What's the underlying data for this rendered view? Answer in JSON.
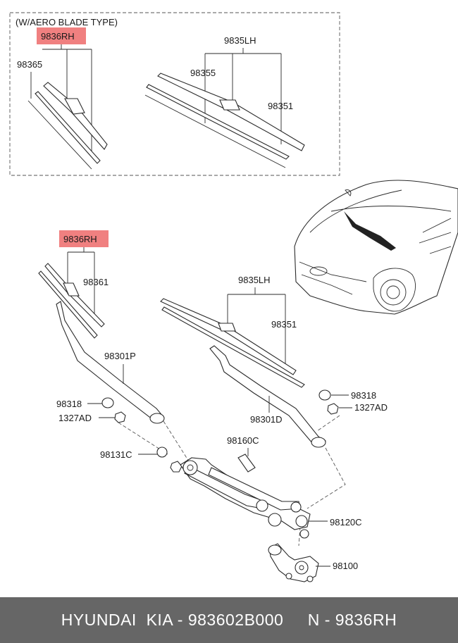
{
  "aero_box": {
    "title": "(W/AERO BLADE TYPE)"
  },
  "colors": {
    "highlight": "#f08080",
    "footer_bg": "#666666",
    "footer_text": "#ffffff"
  },
  "labels": {
    "rh_top": "9836RH",
    "p98365": "98365",
    "lh_top": "9835LH",
    "p98355": "98355",
    "p98351_top": "98351",
    "rh_mid": "9836RH",
    "p98361": "98361",
    "lh_mid": "9835LH",
    "p98351_mid": "98351",
    "p98301P": "98301P",
    "p98318_left": "98318",
    "p1327AD_left": "1327AD",
    "p98318_right": "98318",
    "p1327AD_right": "1327AD",
    "p98301D": "98301D",
    "p98160C": "98160C",
    "p98131C": "98131C",
    "p98120C": "98120C",
    "p98100": "98100"
  },
  "footer": {
    "text": "HYUNDAI  KIA - 983602B000     N - 9836RH"
  }
}
